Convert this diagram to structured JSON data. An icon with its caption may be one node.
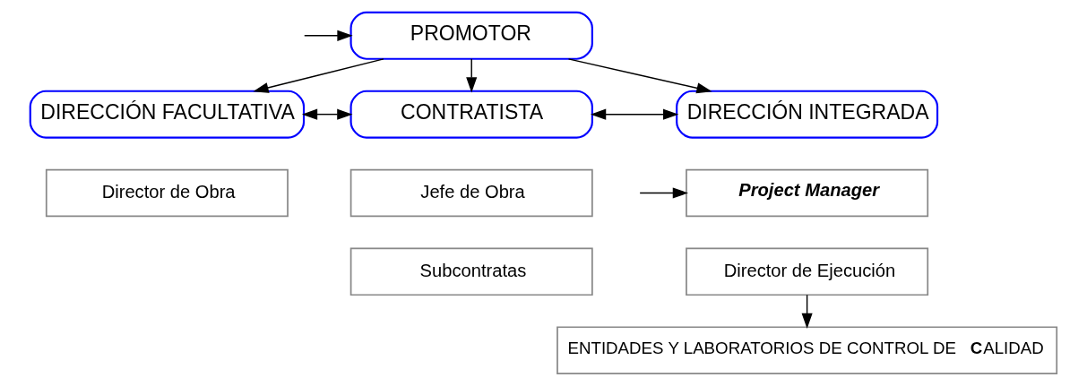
{
  "diagram": {
    "nodes": [
      {
        "text": [
          "PROMOTOR"
        ]
      },
      {
        "text": [
          "DIRECCIÓN FACULTATIVA"
        ]
      },
      {
        "text": [
          "CONTRATISTA"
        ]
      },
      {
        "text": [
          "DIRECCIÓN INTEGRADA"
        ]
      },
      {
        "text": [
          "Director de Obra"
        ]
      },
      {
        "text": [
          "Jefe de Obra"
        ]
      },
      {
        "text": [
          "Subcontratas"
        ]
      },
      {
        "text": [
          "Project Manager"
        ]
      },
      {
        "text": [
          "Director de Ejecución"
        ]
      },
      {
        "text": [
          "ENTIDADES Y LABORATORIOS DE CONTROL DE **C**ALIDAD"
        ]
      }
    ],
    "edges": [
      {
        "from": null,
        "to": 0,
        "arrow": "to"
      },
      {
        "from": 0,
        "to": 1,
        "arrow": "to"
      },
      {
        "from": 0,
        "to": 2,
        "arrow": "to"
      },
      {
        "from": 0,
        "to": 3,
        "arrow": "to"
      },
      {
        "from": 1,
        "to": 2,
        "arrow": "both"
      },
      {
        "from": 2,
        "to": 3,
        "arrow": "both"
      },
      {
        "from": null,
        "to": 7,
        "arrow": "to"
      },
      {
        "from": 8,
        "to": 9,
        "arrow": "to"
      }
    ]
  }
}
